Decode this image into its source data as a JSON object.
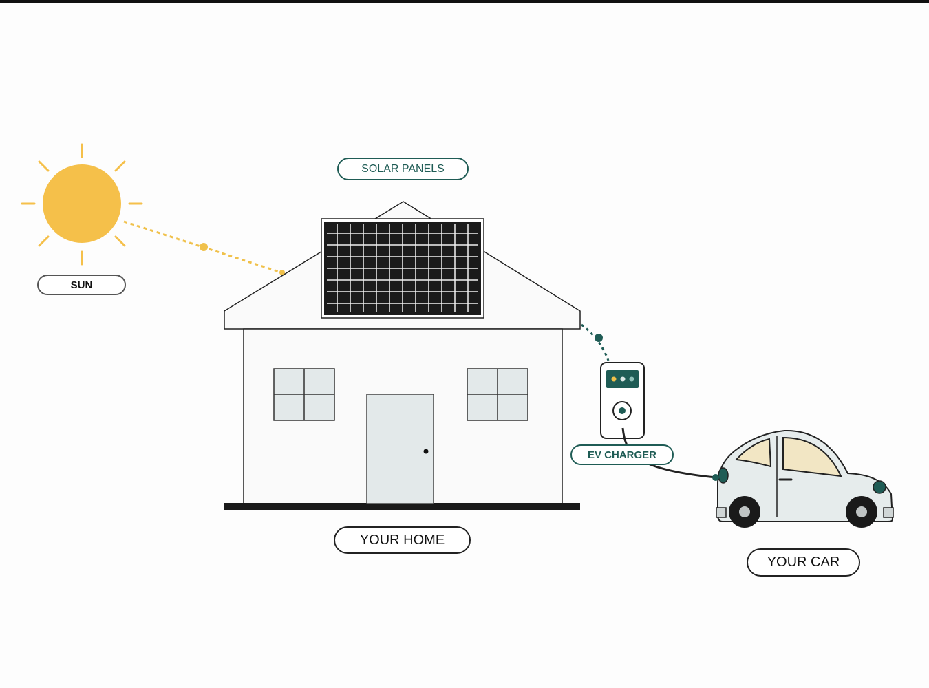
{
  "labels": {
    "sun": "SUN",
    "solar_panels": "SOLAR PANELS",
    "your_home": "YOUR HOME",
    "ev_charger": "EV CHARGER",
    "your_car": "YOUR CAR"
  },
  "colors": {
    "sun": "#f5c04a",
    "energy_dot_sun": "#f0c14b",
    "energy_dot_grid": "#1f5c55",
    "accent_teal": "#1f5c55",
    "car_window": "#f2e6c4",
    "car_body": "#e6ecec",
    "house_window": "#e3e9ea"
  }
}
